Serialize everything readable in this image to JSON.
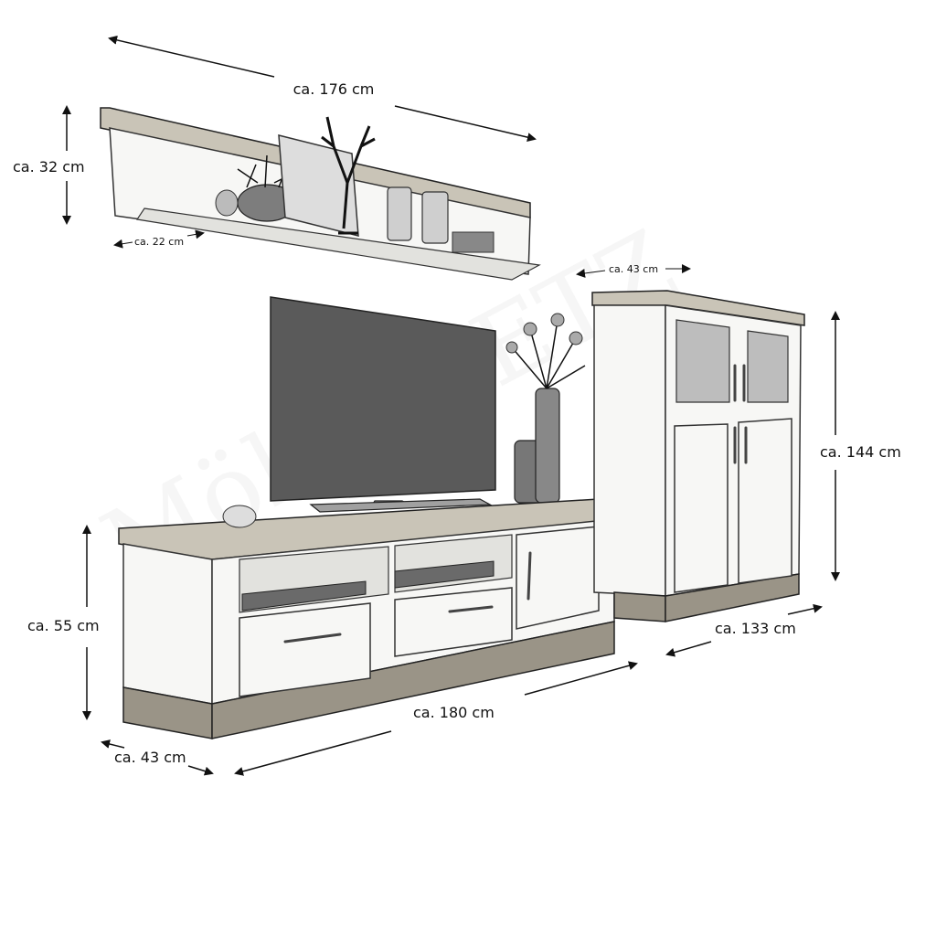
{
  "dimensions": {
    "shelf_width": "ca. 176 cm",
    "shelf_height": "ca. 32 cm",
    "shelf_depth": "ca. 22 cm",
    "cabinet_depth": "ca. 43 cm",
    "cabinet_height": "ca. 144 cm",
    "cabinet_width": "ca. 133 cm",
    "lowboard_height": "ca. 55 cm",
    "lowboard_width": "ca. 180 cm",
    "lowboard_depth": "ca. 43 cm"
  },
  "watermark": "Möbel LETZ"
}
